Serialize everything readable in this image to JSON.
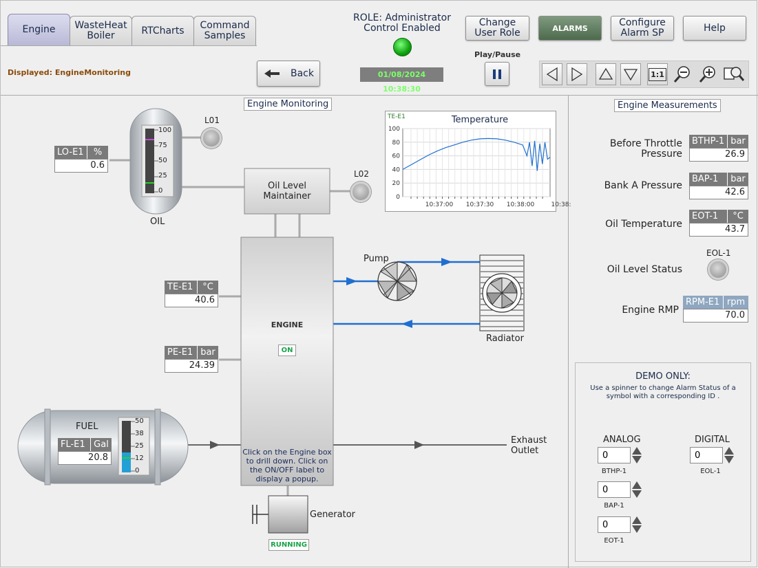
{
  "tabs": [
    {
      "label": "Engine",
      "active": true
    },
    {
      "label": "WasteHeat\nBoiler"
    },
    {
      "label": "RTCharts"
    },
    {
      "label": "Command\nSamples"
    }
  ],
  "displayed_text": "Displayed: EngineMonitoring",
  "back_label": "Back",
  "role_text": "ROLE: Administrator",
  "control_text": "Control Enabled",
  "datetime": "01/08/2024 10:38:30",
  "play_pause_label": "Play/Pause",
  "buttons": {
    "change_role": "Change\nUser Role",
    "alarms": "ALARMS",
    "configure_alarm": "Configure\nAlarm SP",
    "help": "Help"
  },
  "zoom_one": "1:1",
  "engine_monitoring_label": "Engine Monitoring",
  "engine_measurements_label": "Engine Measurements",
  "oil_tank": {
    "label": "OIL",
    "scale": [
      "100",
      "75",
      "50",
      "25",
      "0"
    ]
  },
  "lo_e1": {
    "name": "LO-E1",
    "unit": "%",
    "value": "0.6"
  },
  "l01": "L01",
  "l02": "L02",
  "oil_level_maintainer": "Oil Level\nMaintainer",
  "te_e1": {
    "name": "TE-E1",
    "unit": "°C",
    "value": "40.6"
  },
  "pe_e1": {
    "name": "PE-E1",
    "unit": "bar",
    "value": "24.39"
  },
  "engine": {
    "label": "ENGINE",
    "status": "ON",
    "hint": "Click on the Engine box to drill down. Click on the ON/OFF label to display a popup."
  },
  "pump_label": "Pump",
  "radiator_label": "Radiator",
  "fuel_tank": {
    "label": "FUEL",
    "name": "FL-E1",
    "unit": "Gal",
    "value": "20.8",
    "scale": [
      "50",
      "38",
      "25",
      "12",
      "0"
    ]
  },
  "exhaust_label": "Exhaust\nOutlet",
  "generator": {
    "label": "Generator",
    "status": "RUNNING"
  },
  "chart_data": {
    "type": "line",
    "title": "Temperature",
    "tag": "TE-E1",
    "ylim": [
      0,
      100
    ],
    "yticks": [
      "100",
      "80",
      "60",
      "40",
      "20",
      "0"
    ],
    "xticks": [
      "10:37:00",
      "10:37:30",
      "10:38:00",
      "10:38:"
    ],
    "series": [
      {
        "values": [
          [
            0,
            40
          ],
          [
            10,
            47
          ],
          [
            20,
            54
          ],
          [
            30,
            61
          ],
          [
            40,
            67
          ],
          [
            50,
            72
          ],
          [
            60,
            76
          ],
          [
            70,
            80
          ],
          [
            80,
            83
          ],
          [
            90,
            85
          ],
          [
            100,
            85.5
          ],
          [
            110,
            85
          ],
          [
            120,
            83
          ],
          [
            130,
            80
          ],
          [
            140,
            76
          ],
          [
            145,
            60
          ],
          [
            148,
            80
          ],
          [
            151,
            45
          ],
          [
            154,
            82
          ],
          [
            157,
            38
          ],
          [
            160,
            78
          ],
          [
            163,
            48
          ],
          [
            166,
            80
          ],
          [
            169,
            55
          ],
          [
            172,
            58
          ]
        ]
      }
    ],
    "grid": true
  },
  "measurements": [
    {
      "label": "Before Throttle\nPressure",
      "name": "BTHP-1",
      "unit": "bar",
      "value": "26.9"
    },
    {
      "label": "Bank A Pressure",
      "name": "BAP-1",
      "unit": "bar",
      "value": "42.6"
    },
    {
      "label": "Oil Temperature",
      "name": "EOT-1",
      "unit": "°C",
      "value": "43.7"
    }
  ],
  "oil_level_status": {
    "label": "Oil Level Status",
    "name": "EOL-1"
  },
  "engine_rpm": {
    "label": "Engine RMP",
    "name": "RPM-E1",
    "unit": "rpm",
    "value": "70.0"
  },
  "demo": {
    "title": "DEMO ONLY:",
    "desc": "Use a spinner to change Alarm Status  of a symbol with a corresponding ID .",
    "analog_label": "ANALOG",
    "digital_label": "DIGITAL",
    "analog": [
      {
        "id": "BTHP-1",
        "value": "0"
      },
      {
        "id": "BAP-1",
        "value": "0"
      },
      {
        "id": "EOT-1",
        "value": "0"
      }
    ],
    "digital": [
      {
        "id": "EOL-1",
        "value": "0"
      }
    ]
  }
}
